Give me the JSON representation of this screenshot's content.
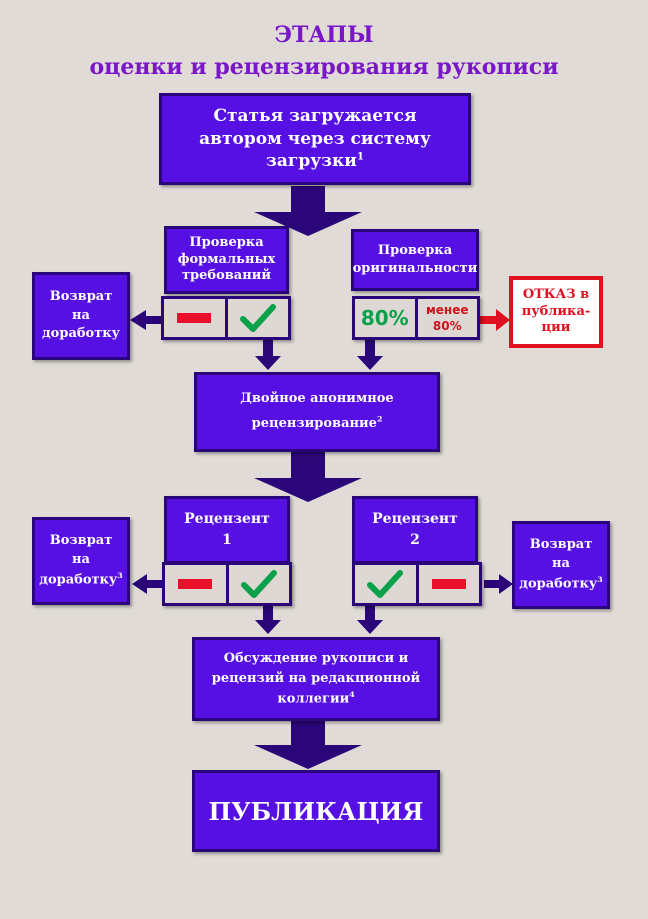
{
  "title": {
    "line1": "ЭТАПЫ",
    "line2": "оценки и рецензирования рукописи"
  },
  "step_upload": {
    "line1": "Статья загружается",
    "line2": "автором через систему",
    "line3": "загрузки",
    "note": "1"
  },
  "check_formal": {
    "line1": "Проверка",
    "line2": "формальных",
    "line3": "требований"
  },
  "check_original": {
    "line1": "Проверка",
    "line2": "оригинальности"
  },
  "return_1": {
    "line1": "Возврат",
    "line2": "на",
    "line3": "доработку"
  },
  "originality": {
    "pass": "80%",
    "fail_line1": "менее",
    "fail_line2": "80%"
  },
  "reject": {
    "line1": "ОТКАЗ в",
    "line2": "публика-",
    "line3": "ции"
  },
  "double_review": {
    "line1": "Двойное анонимное",
    "line2": "рецензирование",
    "note": "2"
  },
  "reviewer_1": {
    "line1": "Рецензент",
    "line2": "1"
  },
  "reviewer_2": {
    "line1": "Рецензент",
    "line2": "2"
  },
  "return_2": {
    "line1": "Возврат",
    "line2": "на",
    "line3": "доработку",
    "note": "3"
  },
  "return_3": {
    "line1": "Возврат",
    "line2": "на",
    "line3": "доработку",
    "note": "3"
  },
  "discussion": {
    "line1": "Обсуждение рукописи и",
    "line2": "рецензий на редакционной",
    "line3": "коллегии",
    "note": "4"
  },
  "publication": {
    "label": "ПУБЛИКАЦИЯ"
  },
  "colors": {
    "background": "#e0dbd6",
    "box_fill": "#5710e3",
    "box_border": "#2a0678",
    "title": "#7a16c9",
    "check": "#0aa14a",
    "fail": "#e8102a"
  }
}
